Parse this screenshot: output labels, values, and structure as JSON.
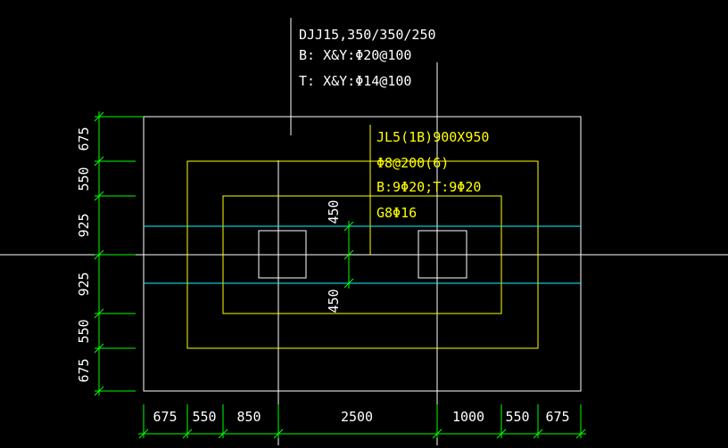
{
  "found_annotation": [
    "DJJ15,350/350/250",
    "B: X&Y:Φ20@100",
    "T: X&Y:Φ14@100"
  ],
  "beam_annotation": [
    "JL5(1B)900X950",
    "Φ8@200(6)",
    "B:9Φ20;T:9Φ20",
    "G8Φ16"
  ],
  "vertical_dimensions": [
    "675",
    "550",
    "925",
    "925",
    "550",
    "675"
  ],
  "horizontal_dimensions": [
    "675",
    "550",
    "850",
    "2500",
    "1000",
    "550",
    "675"
  ],
  "beam_dimensions": [
    "450",
    "450"
  ],
  "colors": {
    "background": "#000000",
    "outline": "#ffffff",
    "footing_step": "#ffff00",
    "beam_edge": "#00ffff",
    "dimension": "#00ff00",
    "axis": "#ffffff",
    "text": "#ffffff",
    "beam_text": "#ffff00"
  }
}
